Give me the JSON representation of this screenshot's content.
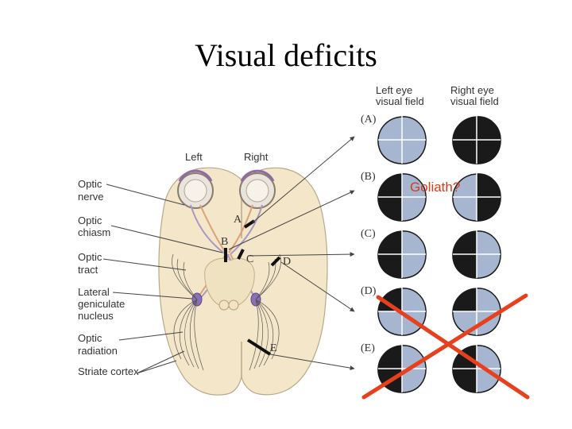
{
  "slide": {
    "title": "Visual deficits"
  },
  "brain": {
    "side_labels": {
      "left": "Left",
      "right": "Right"
    },
    "structures": [
      {
        "line1": "Optic",
        "line2": "nerve",
        "line3": ""
      },
      {
        "line1": "Optic",
        "line2": "chiasm",
        "line3": ""
      },
      {
        "line1": "Optic",
        "line2": "tract",
        "line3": ""
      },
      {
        "line1": "Lateral",
        "line2": "geniculate",
        "line3": "nucleus"
      },
      {
        "line1": "Optic",
        "line2": "radiation",
        "line3": ""
      },
      {
        "line1": "Striate cortex",
        "line2": "",
        "line3": ""
      }
    ],
    "lesion_markers": [
      "A",
      "B",
      "C",
      "D",
      "E"
    ]
  },
  "visual_fields": {
    "left_header": {
      "line1": "Left eye",
      "line2": "visual field"
    },
    "right_header": {
      "line1": "Right eye",
      "line2": "visual field"
    },
    "rows": [
      {
        "label": "(A)",
        "left": [
          "seen",
          "seen",
          "seen",
          "seen"
        ],
        "right": [
          "lost",
          "lost",
          "lost",
          "lost"
        ]
      },
      {
        "label": "(B)",
        "left": [
          "lost",
          "seen",
          "lost",
          "seen"
        ],
        "right": [
          "seen",
          "lost",
          "seen",
          "lost"
        ]
      },
      {
        "label": "(C)",
        "left": [
          "lost",
          "seen",
          "lost",
          "seen"
        ],
        "right": [
          "lost",
          "seen",
          "lost",
          "seen"
        ]
      },
      {
        "label": "(D)",
        "left": [
          "lost",
          "seen",
          "seen",
          "seen"
        ],
        "right": [
          "lost",
          "seen",
          "seen",
          "seen"
        ]
      },
      {
        "label": "(E)",
        "left": [
          "lost",
          "seen",
          "lost",
          "seen"
        ],
        "right": [
          "lost",
          "seen",
          "lost",
          "seen"
        ]
      }
    ],
    "colors": {
      "seen": "#a7b6d0",
      "lost": "#1a1a1a"
    }
  },
  "annotation": {
    "callout": "Goliath?",
    "cross_color": "#e8401c"
  }
}
